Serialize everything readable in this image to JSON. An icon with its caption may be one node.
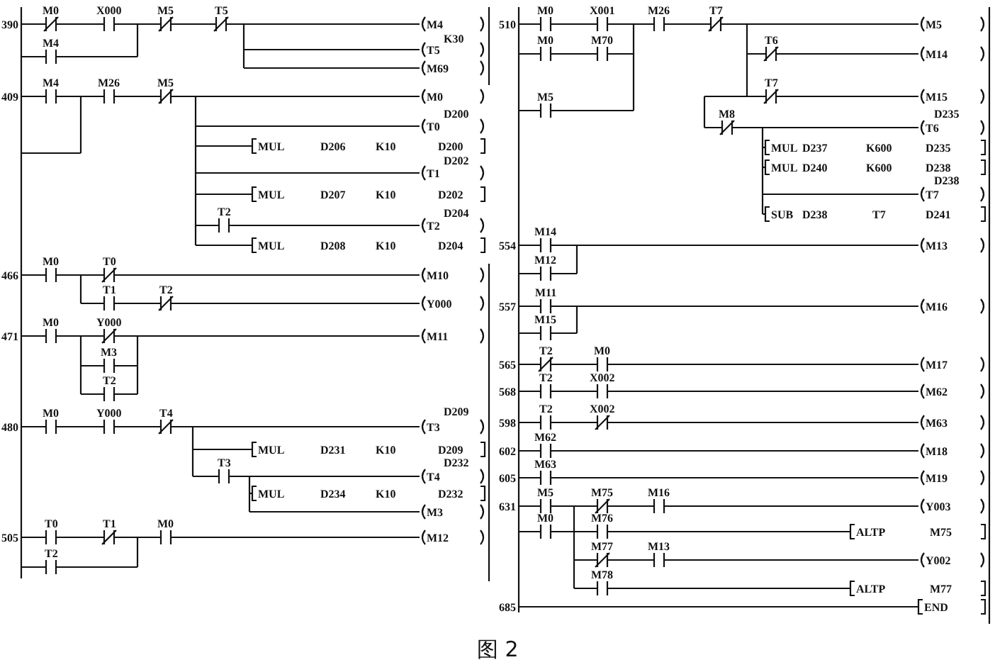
{
  "diagram": {
    "caption": "图 2",
    "labels": [
      "390",
      "M0",
      "X000",
      "M5",
      "T5",
      "M4",
      "K30",
      "M4",
      "T5",
      "M69",
      "409",
      "M4",
      "M26",
      "M5",
      "M0",
      "D200",
      "T0",
      "MUL",
      "D206",
      "K10",
      "D200",
      "D202",
      "T1",
      "MUL",
      "D207",
      "K10",
      "D202",
      "T2",
      "D204",
      "T2",
      "MUL",
      "D208",
      "K10",
      "D204",
      "466",
      "M0",
      "T0",
      "M10",
      "T1",
      "T2",
      "Y000",
      "471",
      "M0",
      "Y000",
      "M11",
      "M3",
      "T2",
      "480",
      "M0",
      "Y000",
      "T4",
      "D209",
      "T3",
      "MUL",
      "D231",
      "K10",
      "D209",
      "T3",
      "D232",
      "T4",
      "MUL",
      "D234",
      "K10",
      "D232",
      "M3",
      "505",
      "T0",
      "T1",
      "M0",
      "M12",
      "T2",
      "510",
      "M0",
      "X001",
      "M26",
      "T7",
      "M5",
      "M0",
      "M70",
      "T6",
      "M14",
      "M5",
      "T7",
      "M15",
      "M8",
      "D235",
      "T6",
      "MUL",
      "D237",
      "K600",
      "D235",
      "MUL",
      "D240",
      "K600",
      "D238",
      "D238",
      "T7",
      "SUB",
      "D238",
      "T7",
      "D241",
      "554",
      "M14",
      "M13",
      "M12",
      "557",
      "M11",
      "M16",
      "M15",
      "565",
      "T2",
      "M0",
      "M17",
      "568",
      "T2",
      "X002",
      "M62",
      "598",
      "T2",
      "X002",
      "M63",
      "602",
      "M62",
      "M18",
      "605",
      "M63",
      "M19",
      "631",
      "M5",
      "M75",
      "M16",
      "Y003",
      "M0",
      "M76",
      "ALTP",
      "M75",
      "M77",
      "M13",
      "Y002",
      "M78",
      "ALTP",
      "M77",
      "685",
      "END"
    ]
  }
}
